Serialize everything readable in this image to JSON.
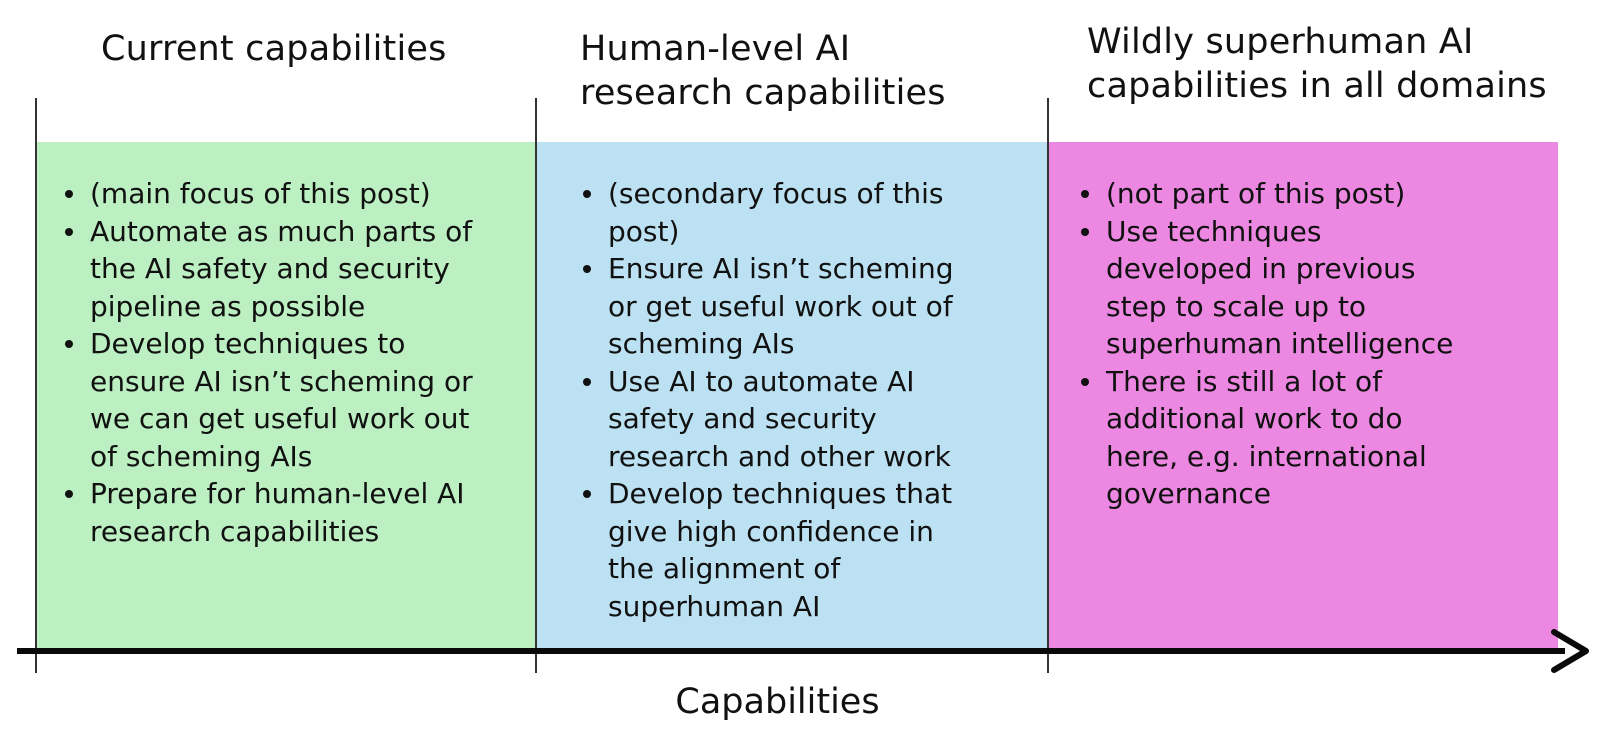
{
  "stages": [
    {
      "title": "Current capabilities",
      "color": "#bcf0c2",
      "items": [
        "(main focus of this post)",
        "Automate as much parts of\nthe AI safety and security\npipeline as possible",
        "Develop techniques to\nensure AI isn’t scheming or\nwe can get useful work out\nof scheming AIs",
        "Prepare for human-level AI\nresearch capabilities"
      ]
    },
    {
      "title": "Human-level AI\nresearch capabilities",
      "color": "#bce1f2",
      "items": [
        "(secondary focus of this\npost)",
        "Ensure AI isn’t scheming\nor get useful work out of\nscheming AIs",
        "Use AI to automate AI\nsafety and security\nresearch and other work",
        "Develop techniques that\ngive high confidence in\nthe alignment of\nsuperhuman AI"
      ]
    },
    {
      "title": "Wildly superhuman AI\ncapabilities in all domains",
      "color": "#ec88e2",
      "items": [
        "(not part of this post)",
        "Use techniques\ndeveloped in previous\nstep to scale up to\nsuperhuman intelligence",
        "There is still a lot of\nadditional work to do\nhere, e.g. international\ngovernance"
      ]
    }
  ],
  "axis": {
    "label": "Capabilities",
    "arrow_icon": "arrow-right-icon"
  }
}
